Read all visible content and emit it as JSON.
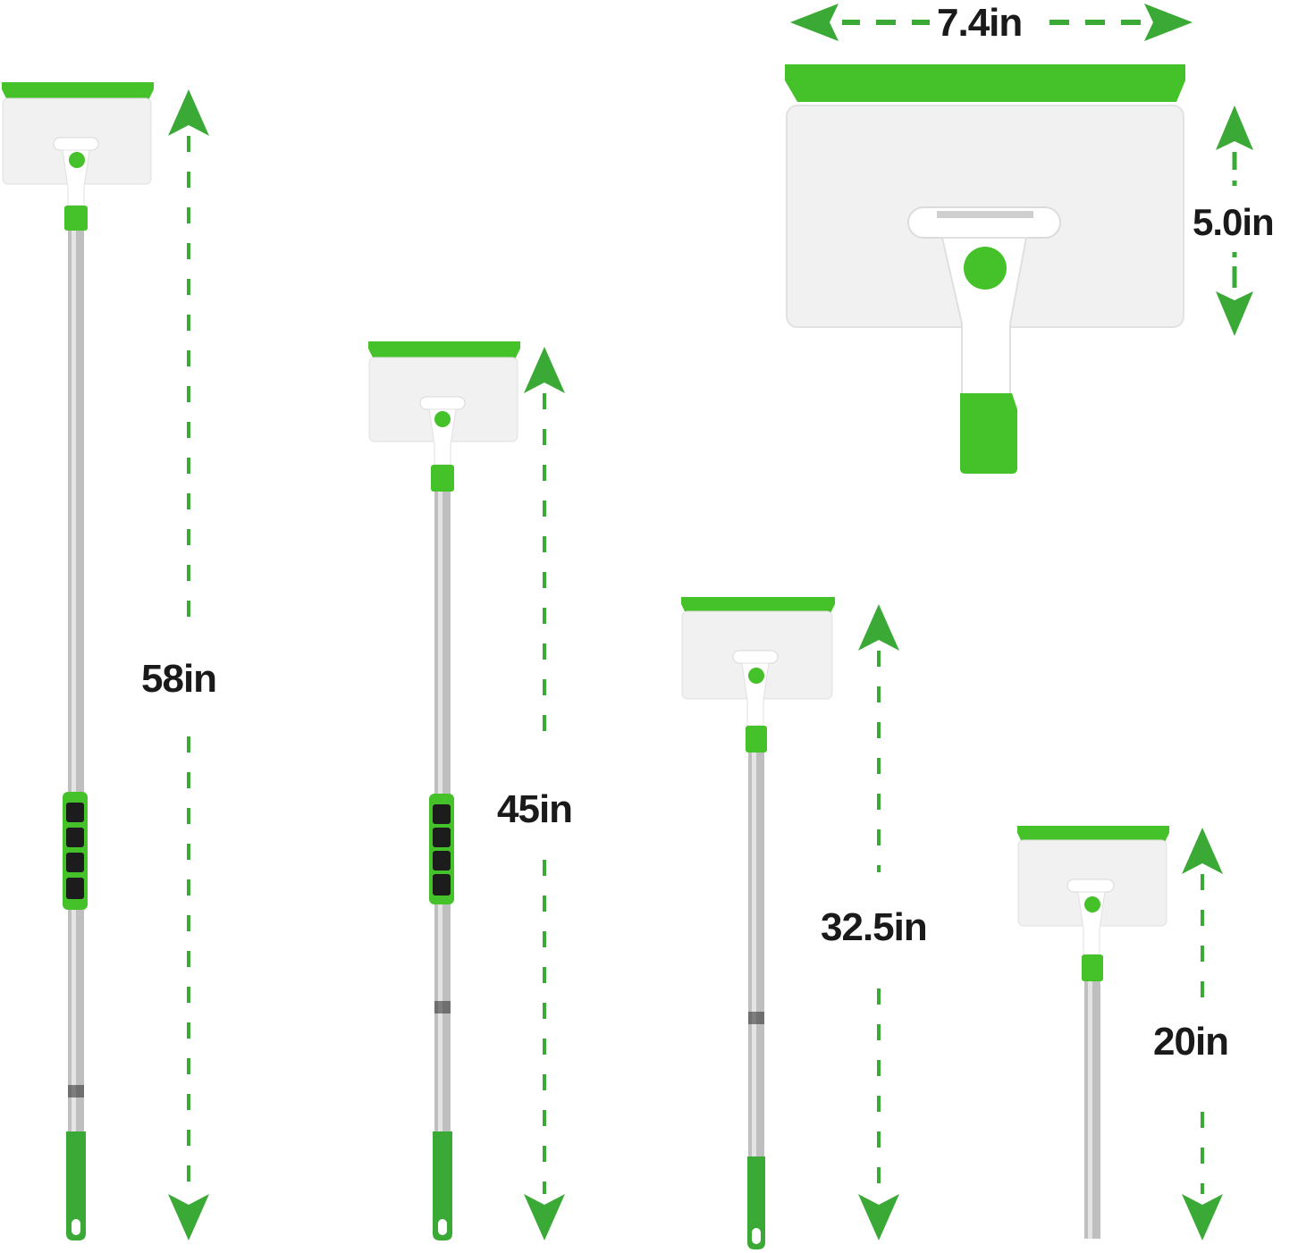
{
  "infographic": {
    "subject": "telescopic squeegee pole dimensions",
    "colors": {
      "accent_green": "#3aa935",
      "blade_green": "#45c12a",
      "head_white": "#f0f0f0",
      "pole_silver": "#bdbdbd",
      "text": "#1a1a1a",
      "grip_black": "#1c1c1c"
    },
    "head_detail": {
      "width_label": "7.4in",
      "height_label": "5.0in"
    },
    "poles": [
      {
        "id": "extended-max",
        "length_label": "58in"
      },
      {
        "id": "extended-mid",
        "length_label": "45in"
      },
      {
        "id": "extended-short",
        "length_label": "32.5in"
      },
      {
        "id": "collapsed",
        "length_label": "20in"
      }
    ]
  }
}
